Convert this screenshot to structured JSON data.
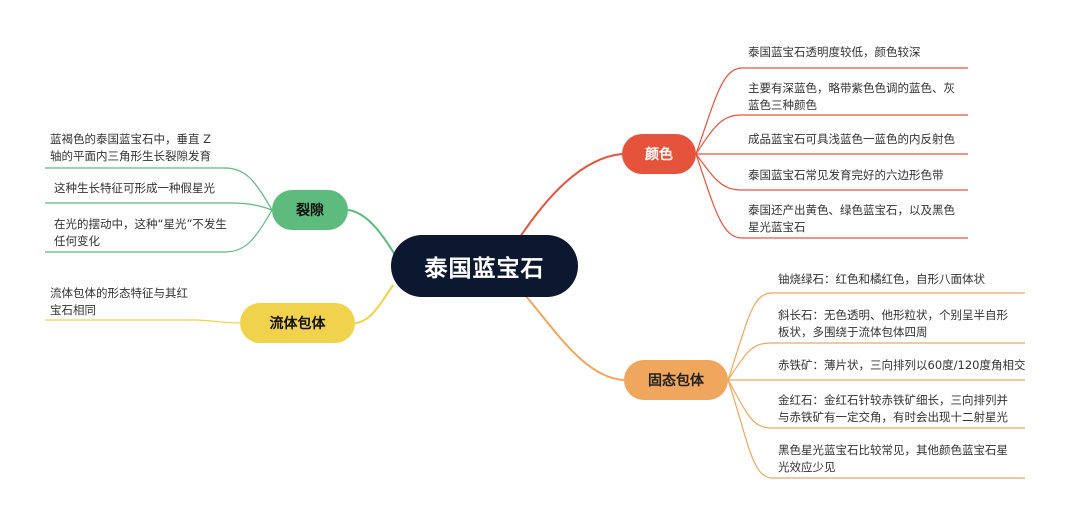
{
  "root": {
    "label": "泰国蓝宝石"
  },
  "branches": {
    "color": {
      "label": "颜色",
      "accent": "#e6533c",
      "items": [
        "泰国蓝宝石透明度较低，颜色较深",
        "主要有深蓝色，略带紫色色调的蓝色、灰蓝色三种颜色",
        "成品蓝宝石可具浅蓝色一蓝色的内反射色",
        "泰国蓝宝石常见发育完好的六边形色带",
        "泰国还产出黄色、绿色蓝宝石，以及黑色星光蓝宝石"
      ]
    },
    "solid": {
      "label": "固态包体",
      "accent": "#f0a65c",
      "items": [
        "铀烧绿石：红色和橘红色，自形八面体状",
        "斜长石：无色透明、他形粒状，个别呈半自形板状，多围绕于流体包体四周",
        "赤铁矿：薄片状，三向排列以60度/120度角相交",
        "金红石：金红石针较赤铁矿细长，三向排列并与赤铁矿有一定交角，有时会出现十二射星光",
        "黑色星光蓝宝石比较常见，其他颜色蓝宝石星光效应少见"
      ]
    },
    "crack": {
      "label": "裂隙",
      "accent": "#5cbb7d",
      "items": [
        "蓝褐色的泰国蓝宝石中，垂直 Z 轴的平面内三角形生长裂隙发育",
        "这种生长特征可形成一种假星光",
        "在光的摆动中，这种“星光”不发生任何变化"
      ]
    },
    "fluid": {
      "label": "流体包体",
      "accent": "#f0d24c",
      "items": [
        "流体包体的形态特征与其红宝石相同"
      ]
    }
  }
}
